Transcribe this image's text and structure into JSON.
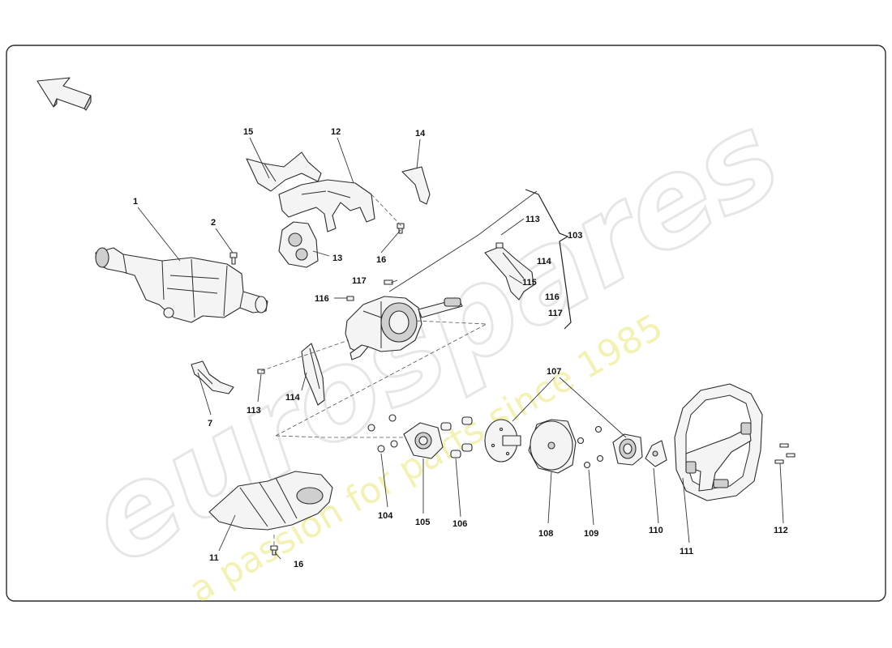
{
  "watermark": {
    "brand": "eurospares",
    "tagline": "a passion for parts since 1985"
  },
  "callouts": [
    {
      "id": "c1",
      "label": "1"
    },
    {
      "id": "c2",
      "label": "2"
    },
    {
      "id": "c7",
      "label": "7"
    },
    {
      "id": "c11",
      "label": "11"
    },
    {
      "id": "c12",
      "label": "12"
    },
    {
      "id": "c13",
      "label": "13"
    },
    {
      "id": "c14",
      "label": "14"
    },
    {
      "id": "c15",
      "label": "15"
    },
    {
      "id": "c16a",
      "label": "16"
    },
    {
      "id": "c16b",
      "label": "16"
    },
    {
      "id": "c103",
      "label": "103"
    },
    {
      "id": "c104",
      "label": "104"
    },
    {
      "id": "c105",
      "label": "105"
    },
    {
      "id": "c106",
      "label": "106"
    },
    {
      "id": "c107",
      "label": "107"
    },
    {
      "id": "c108",
      "label": "108"
    },
    {
      "id": "c109",
      "label": "109"
    },
    {
      "id": "c110",
      "label": "110"
    },
    {
      "id": "c111",
      "label": "111"
    },
    {
      "id": "c112",
      "label": "112"
    },
    {
      "id": "c113a",
      "label": "113"
    },
    {
      "id": "c113b",
      "label": "113"
    },
    {
      "id": "c114a",
      "label": "114"
    },
    {
      "id": "c114b",
      "label": "114"
    },
    {
      "id": "c115",
      "label": "115"
    },
    {
      "id": "c116a",
      "label": "116"
    },
    {
      "id": "c116b",
      "label": "116"
    },
    {
      "id": "c117a",
      "label": "117"
    },
    {
      "id": "c117b",
      "label": "117"
    }
  ]
}
